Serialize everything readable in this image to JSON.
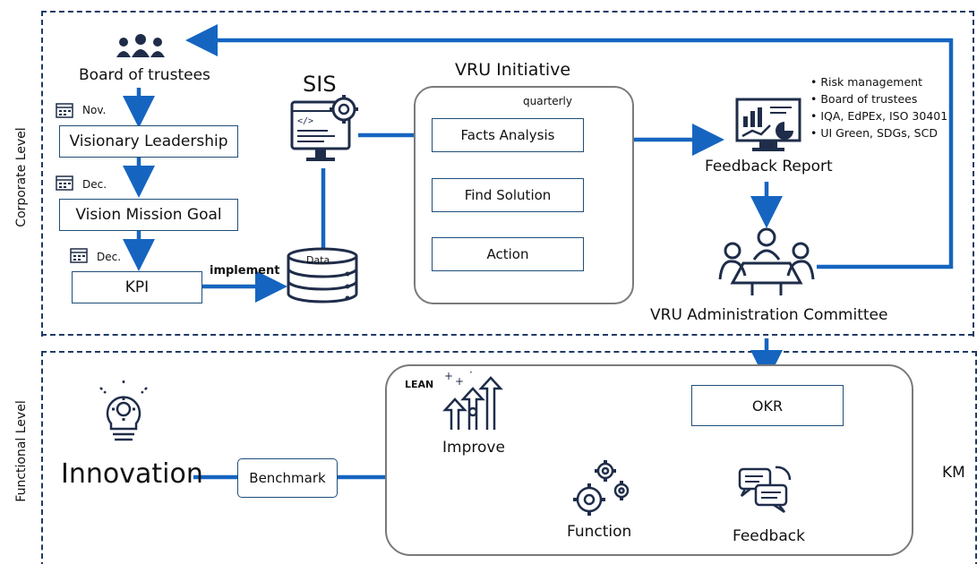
{
  "levels": {
    "corporate": "Corporate Level",
    "functional": "Functional Level"
  },
  "corporate": {
    "board": "Board of trustees",
    "steps": [
      {
        "month": "Nov.",
        "label": "Visionary Leadership"
      },
      {
        "month": "Dec.",
        "label": "Vision Mission Goal"
      },
      {
        "month": "Dec.",
        "label": "KPI"
      }
    ],
    "implement": "implement",
    "sis": "SIS",
    "data": "Data",
    "vru_initiative": {
      "title": "VRU Initiative",
      "frequency": "quarterly",
      "steps": [
        "Facts Analysis",
        "Find Solution",
        "Action"
      ]
    },
    "feedback_report": "Feedback Report",
    "report_bullets": [
      "Risk management",
      "Board of trustees",
      "IQA, EdPEx, ISO 30401",
      "UI Green, SDGs, SCD"
    ],
    "committee": "VRU Administration Committee"
  },
  "functional": {
    "innovation": "Innovation",
    "benchmark": "Benchmark",
    "lean": "LEAN",
    "improve": "Improve",
    "okr": "OKR",
    "function": "Function",
    "feedback": "Feedback",
    "km": "KM"
  },
  "colors": {
    "arrow": "#1565c0",
    "dash": "#1f3a66",
    "box_border": "#1f4e79",
    "panel_border": "#7a7a7a"
  }
}
